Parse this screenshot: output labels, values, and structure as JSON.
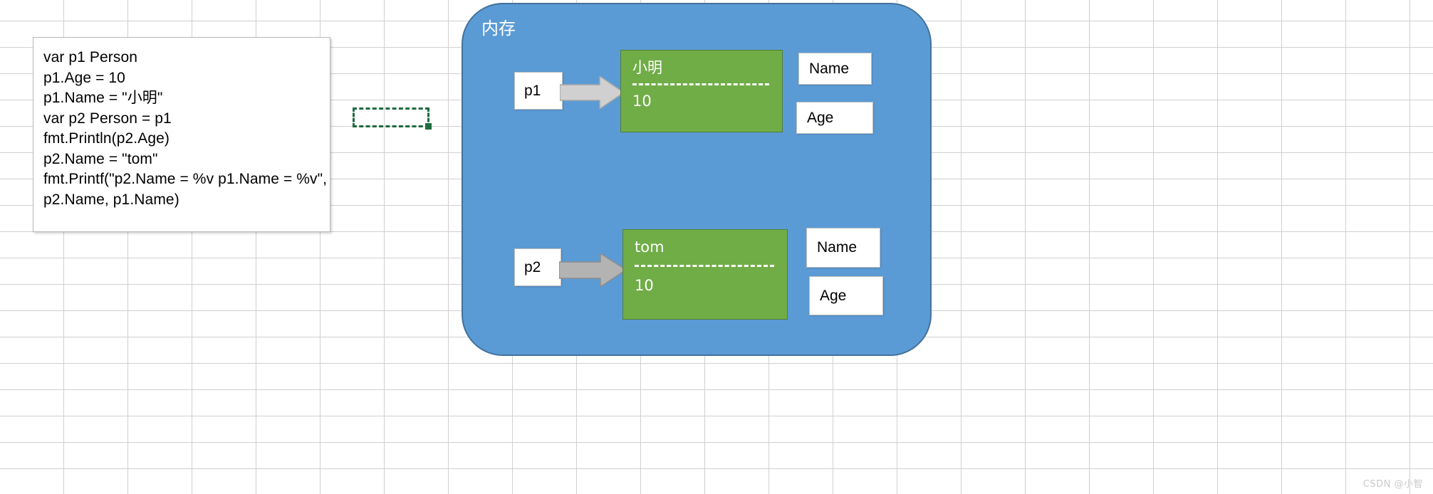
{
  "canvas": {
    "background": "spreadsheet-grid",
    "grid_color": "#d0d0d0"
  },
  "code_box": {
    "lines": [
      "var p1 Person",
      "p1.Age = 10",
      "p1.Name = \"小明\"",
      "var p2 Person = p1",
      "fmt.Println(p2.Age)",
      "p2.Name = \"tom\"",
      "fmt.Printf(\"p2.Name = %v p1.Name = %v\",",
      "p2.Name, p1.Name)"
    ]
  },
  "selection": {
    "label": "",
    "border_color": "#1e6b3f"
  },
  "memory": {
    "title": "内存",
    "fill_color": "#5b9bd5",
    "border_color": "#41719c",
    "variables": [
      {
        "name": "p1",
        "arrow": "right-arrow-icon",
        "struct": {
          "name_value": "小明",
          "age_value": "10",
          "fill_color": "#70ad47"
        },
        "field_labels": [
          "Name",
          "Age"
        ]
      },
      {
        "name": "p2",
        "arrow": "right-arrow-icon",
        "struct": {
          "name_value": "tom",
          "age_value": "10",
          "fill_color": "#70ad47"
        },
        "field_labels": [
          "Name",
          "Age"
        ]
      }
    ]
  },
  "watermark": {
    "text": "CSDN @小智"
  }
}
